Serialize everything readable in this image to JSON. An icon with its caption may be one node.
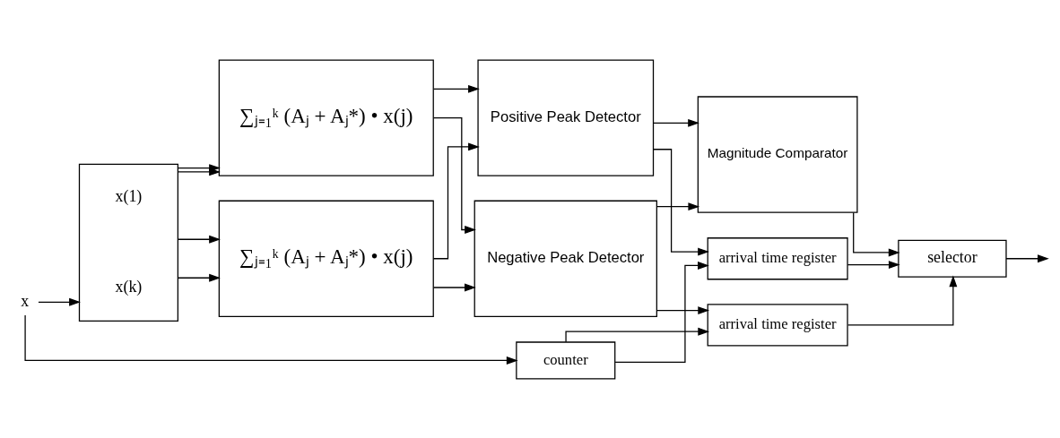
{
  "diagram": {
    "nodes": [
      {
        "text": [
          "x"
        ]
      },
      {
        "text": [
          "x(1)",
          "x(k)"
        ]
      },
      {
        "text": [
          "∑ⱼ₌₁ᵏ (Aⱼ + Aⱼ*) • x(j)"
        ]
      },
      {
        "text": [
          "∑ⱼ₌₁ᵏ (Aⱼ + Aⱼ*) • x(j)"
        ]
      },
      {
        "text": [
          "Positive Peak Detector"
        ]
      },
      {
        "text": [
          "Negative Peak Detector"
        ]
      },
      {
        "text": [
          "Magnitude Comparator"
        ]
      },
      {
        "text": [
          "counter"
        ]
      },
      {
        "text": [
          "arrival time register"
        ]
      },
      {
        "text": [
          "arrival time register"
        ]
      },
      {
        "text": [
          "selector"
        ]
      }
    ],
    "edges": [
      {
        "from": 0,
        "to": 1,
        "arrow": "to"
      },
      {
        "from": 0,
        "to": 7,
        "arrow": "to"
      },
      {
        "from": 1,
        "to": 2,
        "arrow": "to"
      },
      {
        "from": 1,
        "to": 2,
        "arrow": "to"
      },
      {
        "from": 1,
        "to": 3,
        "arrow": "to"
      },
      {
        "from": 1,
        "to": 3,
        "arrow": "to"
      },
      {
        "from": 2,
        "to": 4,
        "arrow": "to"
      },
      {
        "from": 2,
        "to": 5,
        "arrow": "to"
      },
      {
        "from": 3,
        "to": 5,
        "arrow": "to"
      },
      {
        "from": 3,
        "to": 4,
        "arrow": "to"
      },
      {
        "from": 4,
        "to": 6,
        "arrow": "to"
      },
      {
        "from": 4,
        "to": 8,
        "arrow": "to"
      },
      {
        "from": 5,
        "to": 6,
        "arrow": "to"
      },
      {
        "from": 5,
        "to": 9,
        "arrow": "to"
      },
      {
        "from": 6,
        "to": 10,
        "arrow": "to"
      },
      {
        "from": 7,
        "to": 8,
        "arrow": "to"
      },
      {
        "from": 7,
        "to": 9,
        "arrow": "to"
      },
      {
        "from": 8,
        "to": 10,
        "arrow": "to"
      },
      {
        "from": 9,
        "to": 10,
        "arrow": "to"
      },
      {
        "from": 10,
        "to": null,
        "arrow": "to"
      }
    ]
  }
}
